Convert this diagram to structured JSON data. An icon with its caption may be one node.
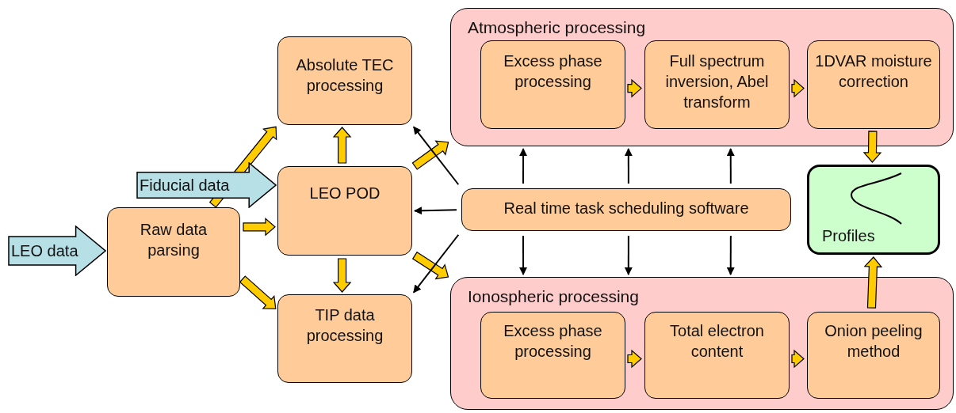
{
  "diagram": {
    "nodes": [
      {
        "text": [
          "LEO data"
        ]
      },
      {
        "text": [
          "Raw data parsing"
        ]
      },
      {
        "text": [
          "Fiducial data"
        ]
      },
      {
        "text": [
          "Absolute TEC processing"
        ]
      },
      {
        "text": [
          "LEO POD"
        ]
      },
      {
        "text": [
          "TIP data processing"
        ]
      },
      {
        "text": [
          "Atmospheric processing"
        ]
      },
      {
        "text": [
          "Excess phase processing"
        ],
        "in": 6
      },
      {
        "text": [
          "Full spectrum inversion, Abel transform"
        ],
        "in": 6
      },
      {
        "text": [
          "1DVAR moisture correction"
        ],
        "in": 6
      },
      {
        "text": [
          "Real time task scheduling software"
        ]
      },
      {
        "text": [
          "Profiles"
        ]
      },
      {
        "text": [
          "Ionospheric processing"
        ]
      },
      {
        "text": [
          "Excess phase processing"
        ],
        "in": 12
      },
      {
        "text": [
          "Total electron content"
        ],
        "in": 12
      },
      {
        "text": [
          "Onion peeling method"
        ],
        "in": 12
      }
    ],
    "edges": [
      {
        "from": 1,
        "to": 3,
        "arrow": "to",
        "style": "thick",
        "color": "#ffcc00"
      },
      {
        "from": 1,
        "to": 4,
        "arrow": "to",
        "style": "thick",
        "color": "#ffcc00"
      },
      {
        "from": 1,
        "to": 5,
        "arrow": "to",
        "style": "thick",
        "color": "#ffcc00"
      },
      {
        "from": 4,
        "to": 3,
        "arrow": "to",
        "style": "thick",
        "color": "#ffcc00"
      },
      {
        "from": 4,
        "to": 5,
        "arrow": "to",
        "style": "thick",
        "color": "#ffcc00"
      },
      {
        "from": 4,
        "to": 6,
        "arrow": "to",
        "style": "thick",
        "color": "#ffcc00"
      },
      {
        "from": 4,
        "to": 12,
        "arrow": "to",
        "style": "thick",
        "color": "#ffcc00"
      },
      {
        "from": 7,
        "to": 8,
        "arrow": "to",
        "style": "thick",
        "color": "#ffcc00"
      },
      {
        "from": 8,
        "to": 9,
        "arrow": "to",
        "style": "thick",
        "color": "#ffcc00"
      },
      {
        "from": 9,
        "to": 11,
        "arrow": "to",
        "style": "thick",
        "color": "#ffcc00"
      },
      {
        "from": 13,
        "to": 14,
        "arrow": "to",
        "style": "thick",
        "color": "#ffcc00"
      },
      {
        "from": 14,
        "to": 15,
        "arrow": "to",
        "style": "thick",
        "color": "#ffcc00"
      },
      {
        "from": 15,
        "to": 11,
        "arrow": "to",
        "style": "thick",
        "color": "#ffcc00"
      },
      {
        "from": 10,
        "to": 3,
        "arrow": "to"
      },
      {
        "from": 10,
        "to": 4,
        "arrow": "to"
      },
      {
        "from": 10,
        "to": 5,
        "arrow": "to"
      },
      {
        "from": 10,
        "to": 6,
        "arrow": "to"
      },
      {
        "from": 10,
        "to": 6,
        "arrow": "to"
      },
      {
        "from": 10,
        "to": 6,
        "arrow": "to"
      },
      {
        "from": 10,
        "to": 12,
        "arrow": "to"
      },
      {
        "from": 10,
        "to": 12,
        "arrow": "to"
      },
      {
        "from": 10,
        "to": 12,
        "arrow": "to"
      }
    ]
  }
}
